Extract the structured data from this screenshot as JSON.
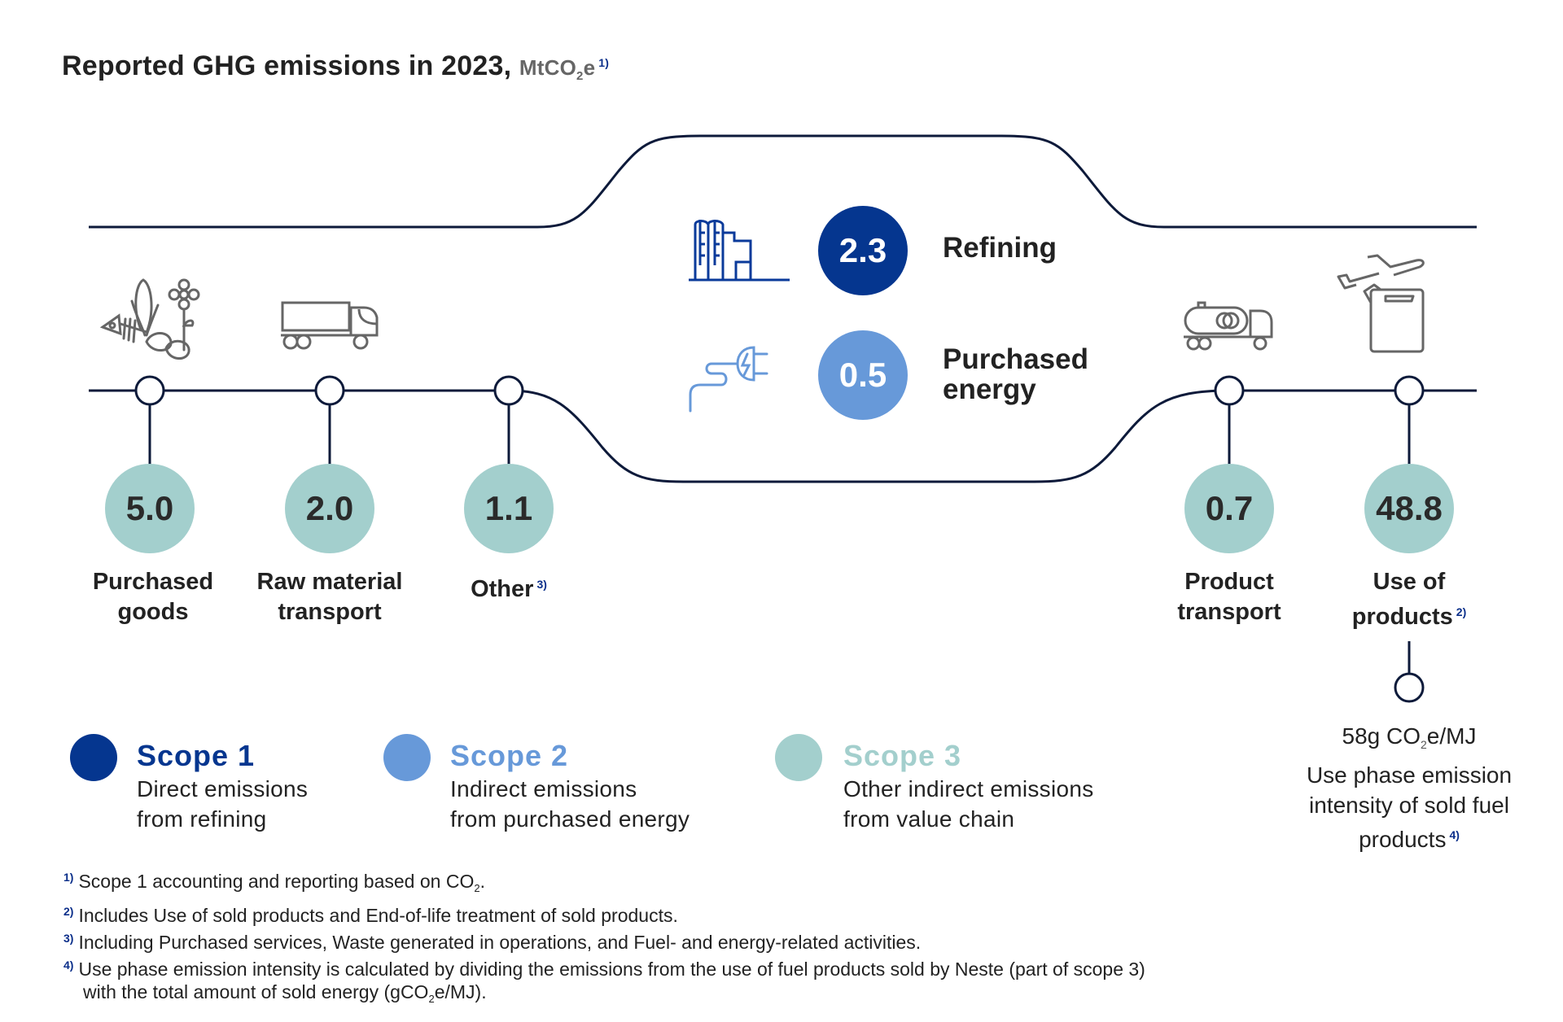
{
  "title": {
    "main": "Reported GHG emissions in 2023,",
    "unit_prefix": "MtCO",
    "unit_sub": "2",
    "unit_suffix": "e",
    "footnote_ref": "1)"
  },
  "colors": {
    "scope1": "#05368f",
    "scope2": "#6799d9",
    "scope3": "#a3cfcd",
    "line": "#0d1a3a",
    "footnote_ref": "#0b2f8a"
  },
  "center": {
    "refining": {
      "value": "2.3",
      "label": "Refining",
      "icon": "refinery-icon",
      "scope": "Scope 1"
    },
    "purchased_energy": {
      "value": "0.5",
      "label_line1": "Purchased",
      "label_line2": "energy",
      "icon": "electric-plug-icon",
      "scope": "Scope 2"
    }
  },
  "scope3_items": [
    {
      "value": "5.0",
      "label_line1": "Purchased",
      "label_line2": "goods",
      "footnote": "",
      "icon": "raw-materials-icon"
    },
    {
      "value": "2.0",
      "label_line1": "Raw material",
      "label_line2": "transport",
      "footnote": "",
      "icon": "truck-icon"
    },
    {
      "value": "1.1",
      "label_line1": "Other",
      "label_line2": "",
      "footnote": "3)",
      "icon": ""
    },
    {
      "value": "0.7",
      "label_line1": "Product",
      "label_line2": "transport",
      "footnote": "",
      "icon": "tanker-truck-icon"
    },
    {
      "value": "48.8",
      "label_line1": "Use of",
      "label_line2": "products",
      "footnote": "2)",
      "icon": "airplane-fuel-can-icon"
    }
  ],
  "use_phase": {
    "value_prefix": "58g CO",
    "value_sub": "2",
    "value_suffix": "e/MJ",
    "line1": "Use phase emission",
    "line2": "intensity of sold fuel",
    "line3": "products",
    "footnote": "4)"
  },
  "legend": [
    {
      "title": "Scope 1",
      "line1": "Direct emissions",
      "line2": "from refining"
    },
    {
      "title": "Scope 2",
      "line1": "Indirect emissions",
      "line2": "from purchased energy"
    },
    {
      "title": "Scope 3",
      "line1": "Other indirect emissions",
      "line2": "from value chain"
    }
  ],
  "footnotes": [
    {
      "n": "1)",
      "text": "Scope 1 accounting and reporting based on CO",
      "sub": "2",
      "after": "."
    },
    {
      "n": "2)",
      "text": "Includes Use of sold products and End-of-life treatment of sold products."
    },
    {
      "n": "3)",
      "text": "Including Purchased services, Waste generated in operations, and Fuel- and energy-related activities."
    },
    {
      "n": "4)",
      "text": "Use phase emission intensity is calculated by dividing the emissions from the use of fuel products sold by Neste (part of scope 3)",
      "line2_prefix": "with the total amount of sold energy (gCO",
      "line2_sub": "2",
      "line2_suffix": "e/MJ)."
    }
  ],
  "chart_data": {
    "type": "table",
    "title": "Reported GHG emissions in 2023, MtCO2e",
    "categories": [
      "Purchased goods",
      "Raw material transport",
      "Other",
      "Refining",
      "Purchased energy",
      "Product transport",
      "Use of products"
    ],
    "values": [
      5.0,
      2.0,
      1.1,
      2.3,
      0.5,
      0.7,
      48.8
    ],
    "scopes": [
      "Scope 3",
      "Scope 3",
      "Scope 3",
      "Scope 1",
      "Scope 2",
      "Scope 3",
      "Scope 3"
    ],
    "annotations": [
      "Use phase emission intensity of sold fuel products: 58g CO2e/MJ"
    ]
  }
}
